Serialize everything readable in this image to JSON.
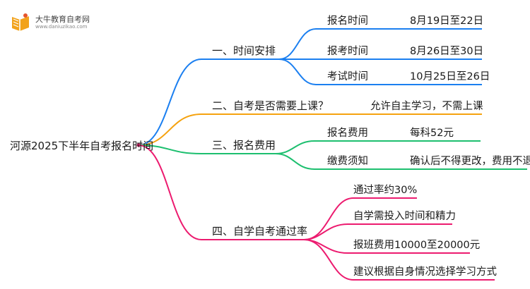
{
  "logo": {
    "name": "大牛教育自考网",
    "url": "www.daniuzikao.com"
  },
  "mindmap": {
    "root": "河源2025下半年自考报名时间",
    "branches": [
      {
        "label": "一、时间安排",
        "color": "#1b7ff0",
        "items": [
          {
            "label": "报名时间",
            "value": "8月19日至22日"
          },
          {
            "label": "报考时间",
            "value": "8月26日至30日"
          },
          {
            "label": "考试时间",
            "value": "10月25日至26日"
          }
        ]
      },
      {
        "label": "二、自考是否需要上课？",
        "color": "#f5a20f",
        "items": [
          {
            "label": "允许自主学习，不需上课"
          }
        ]
      },
      {
        "label": "三、报名费用",
        "color": "#1dbf6f",
        "items": [
          {
            "label": "报名费用",
            "value": "每科52元"
          },
          {
            "label": "缴费须知",
            "value": "确认后不得更改，费用不退"
          }
        ]
      },
      {
        "label": "四、自学自考通过率",
        "color": "#ec1b6f",
        "items": [
          {
            "label": "通过率约30%"
          },
          {
            "label": "自学需投入时间和精力"
          },
          {
            "label": "报班费用10000至20000元"
          },
          {
            "label": "建议根据自身情况选择学习方式"
          }
        ]
      }
    ],
    "root_color": "#c1185a"
  }
}
